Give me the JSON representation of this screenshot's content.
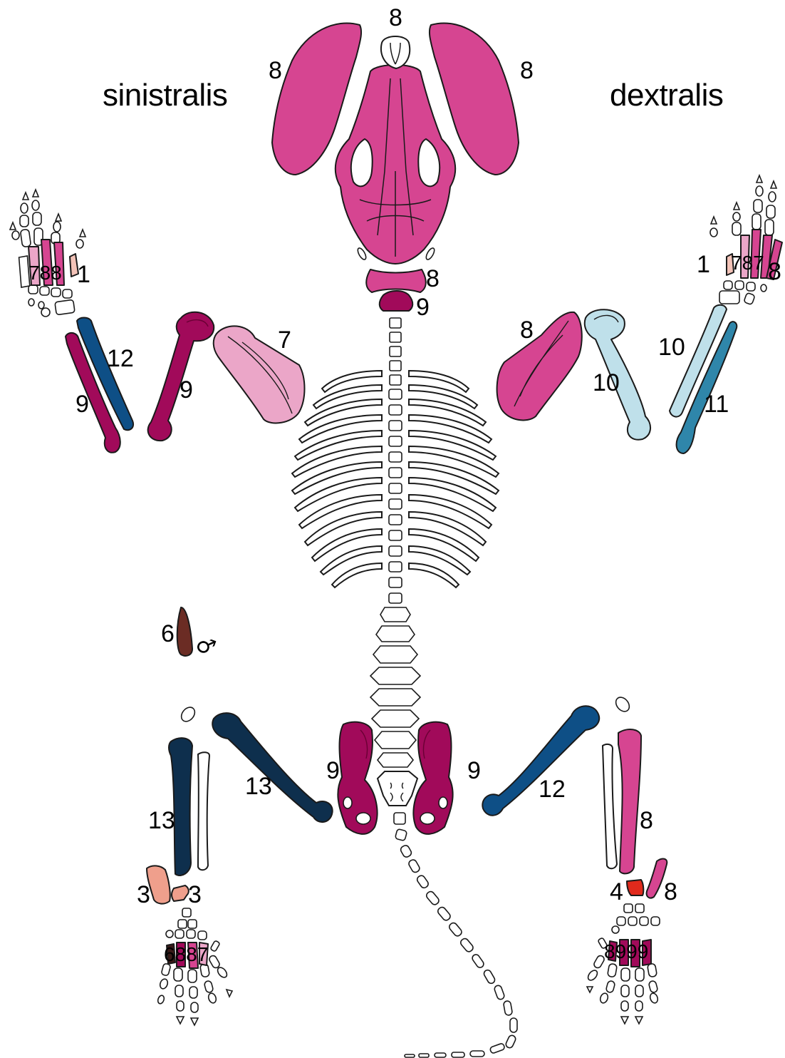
{
  "side_labels": {
    "left": "sinistralis",
    "right": "dextralis"
  },
  "legend": {
    "colors": {
      "1": "#f3c3b8",
      "3": "#ef9f8c",
      "4": "#e02a1c",
      "6": "#6b2c24",
      "7": "#eba6c8",
      "8": "#d64591",
      "9": "#a10a5a",
      "10": "#bfe0ea",
      "11": "#2f86aa",
      "12": "#0e4f86",
      "13": "#0e2f4d",
      "unassigned": "#ffffff"
    }
  },
  "symbols": {
    "male": "♂"
  },
  "labels": {
    "skull_top": "8",
    "mandible_left": "8",
    "mandible_right": "8",
    "atlas": "8",
    "axis": "9",
    "scapula_left": "7",
    "scapula_right": "8",
    "humerus_left": "9",
    "humerus_right": "10",
    "ulna_left": "12",
    "radius_left": "9",
    "ulna_right": "10",
    "radius_right": "11",
    "forepaw_left_digits": "788",
    "forepaw_left_d1": "1",
    "forepaw_right_d1": "1",
    "forepaw_right_digits": "787",
    "forepaw_right_d5": "8",
    "baculum": "6",
    "pelvis_left": "9",
    "pelvis_right": "9",
    "femur_left": "13",
    "femur_right": "12",
    "tibia_left": "13",
    "tibia_right": "8",
    "calcaneus_left": "3",
    "talus_left": "3",
    "talus_right": "4",
    "calcaneus_right": "8",
    "hindpaw_left_digits": "6887",
    "hindpaw_right_digits": "8999"
  }
}
